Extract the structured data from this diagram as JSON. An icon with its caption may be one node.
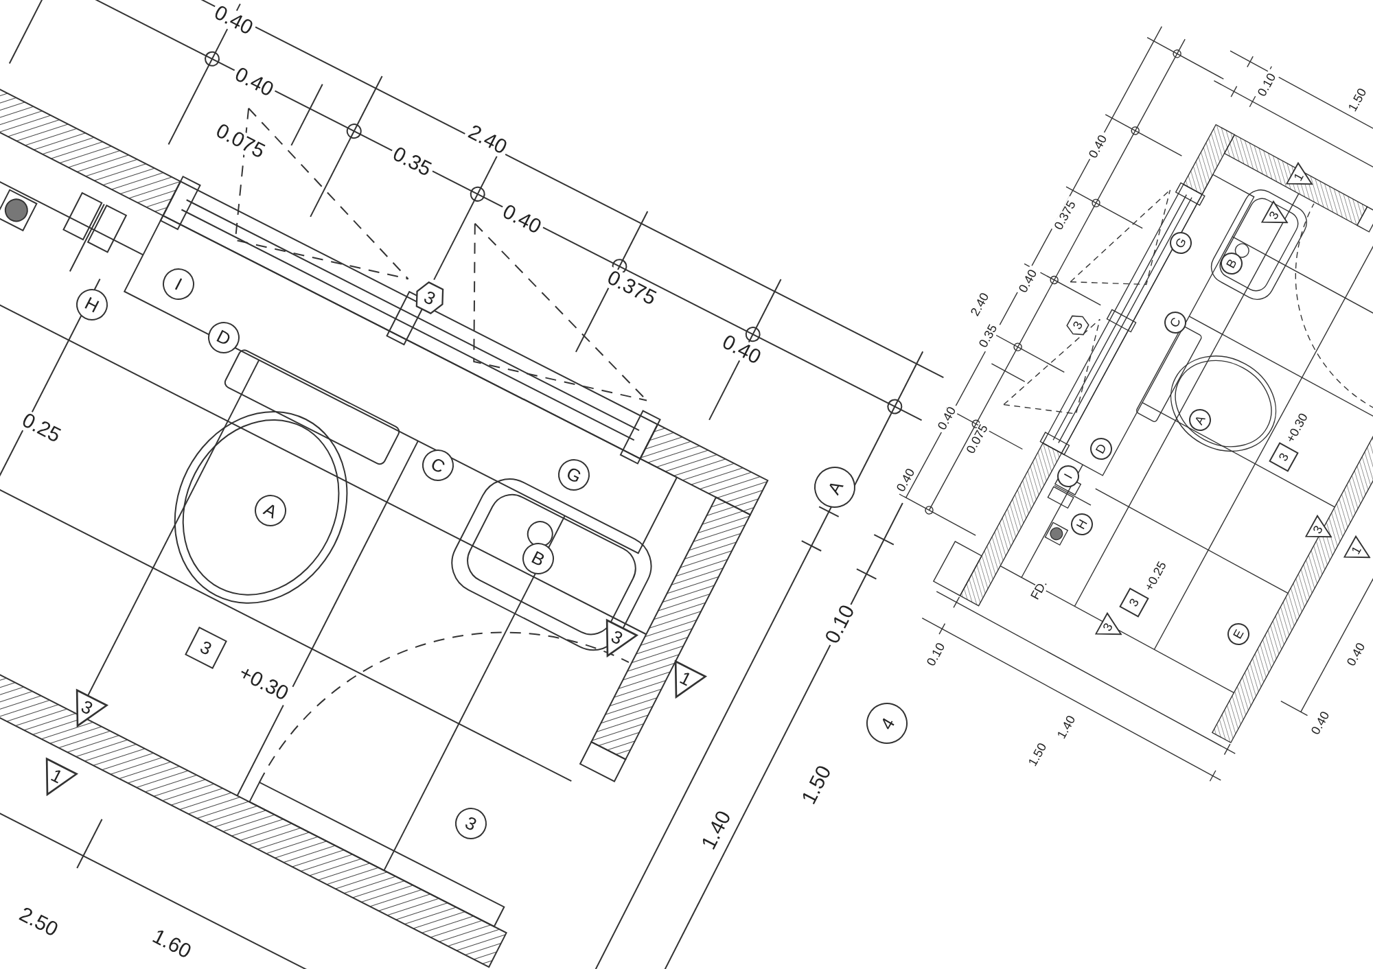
{
  "diagram": {
    "labels": [
      "0.40",
      "0.40",
      "0.075",
      "2.40",
      "0.35",
      "0.40",
      "0.375",
      "0.40",
      "3",
      "I",
      "H",
      "D",
      "0.25",
      "C",
      "G",
      "A",
      "B",
      "3",
      "+0.30",
      "3",
      "1",
      "3",
      "1",
      "3",
      "2.50",
      "1.60",
      "A",
      "0.10",
      "4",
      "1.50",
      "1.40",
      "0.10",
      "1.50",
      "0.40",
      "1",
      "0.375",
      "3",
      "G",
      "B",
      "0.40",
      "2.40",
      "C",
      "3",
      "0.35",
      "A",
      "0.40",
      "+0.30",
      "0.075",
      "D",
      "3",
      "I",
      "0.40",
      "H",
      "3",
      "1",
      "+0.25",
      "FD.",
      "3",
      "3",
      "E",
      "0.40",
      "0.10",
      "1.40",
      "0.40",
      "1.50"
    ]
  }
}
